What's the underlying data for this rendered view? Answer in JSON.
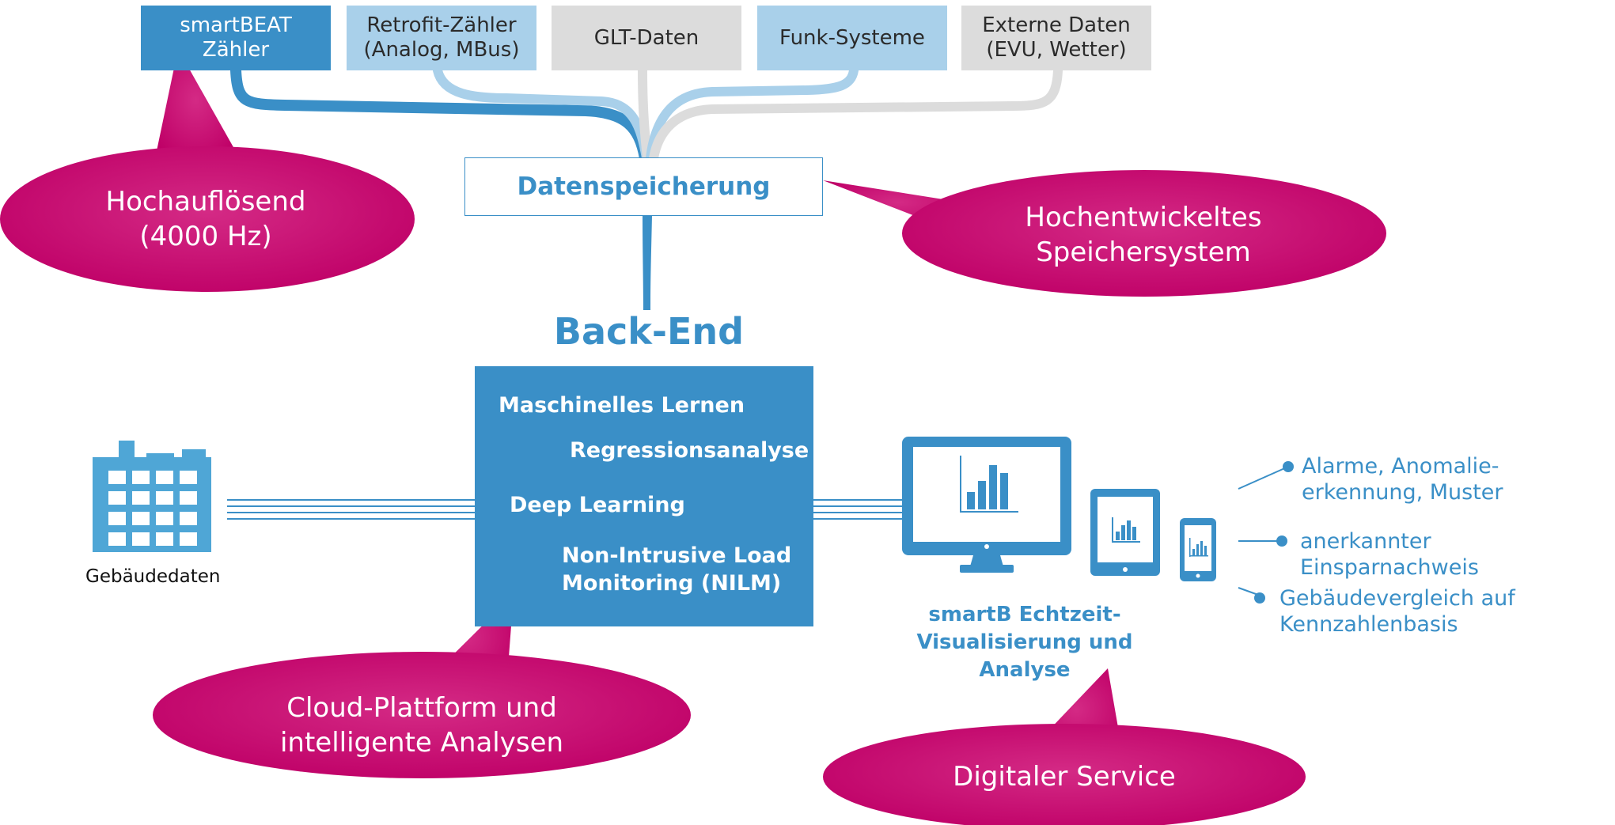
{
  "sources": [
    {
      "label": "smartBEAT\nZähler",
      "style": "dark"
    },
    {
      "label": "Retrofit-Zähler\n(Analog, MBus)",
      "style": "light"
    },
    {
      "label": "GLT-Daten",
      "style": "grey"
    },
    {
      "label": "Funk-Systeme",
      "style": "light"
    },
    {
      "label": "Externe Daten\n(EVU, Wetter)",
      "style": "grey"
    }
  ],
  "storage": {
    "label": "Datenspeicherung"
  },
  "backend": {
    "title": "Back-End",
    "items": [
      "Maschinelles Lernen",
      "Regressionsanalyse",
      "Deep Learning",
      "Non-Intrusive Load",
      "Monitoring (NILM)"
    ]
  },
  "building": {
    "label": "Gebäudedaten"
  },
  "devices": {
    "caption": "smartB Echtzeit-\nVisualisierung und Analyse"
  },
  "outputs": [
    "Alarme, Anomalie-\nerkennung, Muster",
    "anerkannter Einsparnachweis",
    "Gebäudevergleich auf\nKennzahlenbasis"
  ],
  "callouts": [
    "Hochauflösend\n(4000 Hz)",
    "Hochentwickeltes\nSpeichersystem",
    "Cloud-Plattform und\nintelligente Analysen",
    "Digitaler Service"
  ],
  "colors": {
    "brand_blue": "#3a8fc7",
    "light_blue": "#a9d0ea",
    "grey": "#dcdcdc",
    "magenta": "#c8006f"
  }
}
